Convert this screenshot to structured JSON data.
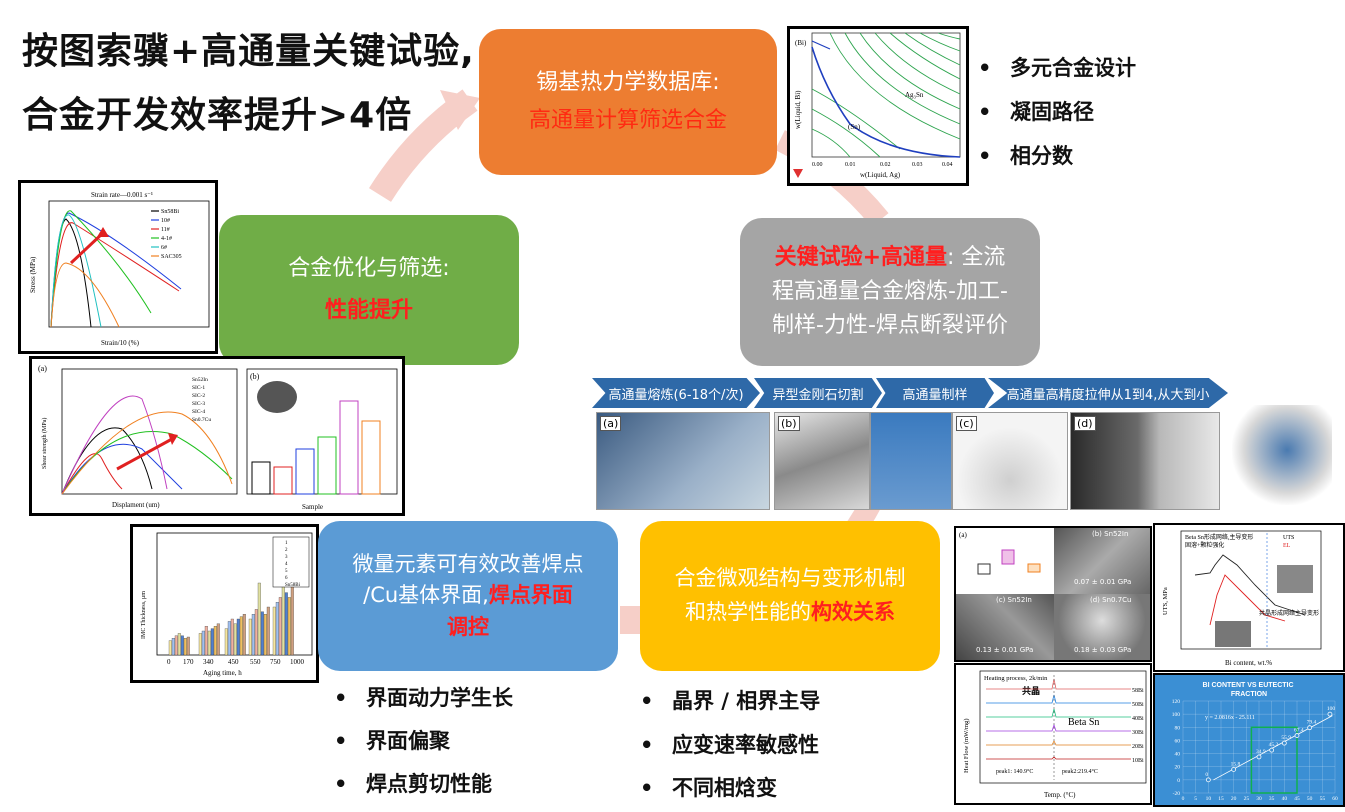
{
  "title": {
    "line1": "按图索骥+高通量关键试验,",
    "line2": "合金开发效率提升>4倍"
  },
  "boxes": {
    "orange": {
      "line1": "锡基热力学数据库:",
      "line2": "高通量计算筛选合金"
    },
    "green": {
      "line1": "合金优化与筛选:",
      "line2": "性能提升"
    },
    "gray": {
      "red": "关键试验+高通量",
      "line1": ": 全流",
      "line2": "程高通量合金熔炼-加工-",
      "line3": "制样-力性-焊点断裂评价"
    },
    "blue": {
      "line1": "微量元素可有效改善焊点",
      "line2a": "/Cu基体界面,",
      "line2b": "焊点界面",
      "line3": "调控"
    },
    "yellow": {
      "line1": "合金微观结构与变形机制",
      "line2a": "和热学性能的",
      "line2b": "构效关系"
    }
  },
  "bullets": {
    "top_right": [
      "多元合金设计",
      "凝固路径",
      "相分数"
    ],
    "bottom_left": [
      "界面动力学生长",
      "界面偏聚",
      "焊点剪切性能"
    ],
    "bottom_mid": [
      "晶界 / 相界主导",
      "应变速率敏感性",
      "不同相焓变"
    ]
  },
  "process_steps": [
    "高通量熔炼(6-18个/次)",
    "异型金刚石切割",
    "高通量制样",
    "高通量高精度拉伸从1到4,从大到小"
  ],
  "photo_labels": [
    "(a)",
    "(b)",
    "(c)",
    "(d)"
  ],
  "phase_diagram": {
    "ylabel": "w(Liquid, Bi)",
    "xlabel": "w(Liquid, Ag)",
    "xticks": [
      "0.00",
      "0.01",
      "0.02",
      "0.03",
      "0.04"
    ],
    "regions": [
      "(Bi)",
      "Ag₃Sn",
      "(Sn)"
    ]
  },
  "stress_strain": {
    "title": "Strain rate—0.001 s⁻¹",
    "xlabel": "Strain/10 (%)",
    "ylabel": "Stress (MPa)",
    "legend": [
      "Sn58Bi",
      "10#",
      "11#",
      "4-1#",
      "6#",
      "SAC305"
    ]
  },
  "shear": {
    "xlabel_a": "Displament (um)",
    "ylabel_a": "Shear strength (MPa)",
    "xlabel_b": "Sample",
    "legend": [
      "Sn52In",
      "SIC-1",
      "SIC-2",
      "SIC-3",
      "SIC-4",
      "Sn0.7Cu"
    ]
  },
  "imc": {
    "xlabel": "Aging time, h",
    "ylabel": "IMC Thickness, μm",
    "xticks": [
      "0",
      "170",
      "340",
      "450",
      "550",
      "750",
      "1000"
    ],
    "legend": [
      "1",
      "2",
      "3",
      "4",
      "5",
      "6",
      "Sn58Bi"
    ]
  },
  "hardness": {
    "labels": [
      "(a)",
      "(b) Sn52In",
      "(c) Sn52In",
      "(d) Sn0.7Cu"
    ],
    "values": [
      "0.07 ± 0.01 GPa",
      "0.13 ± 0.01 GPa",
      "0.18 ± 0.03 GPa"
    ]
  },
  "dsc": {
    "title": "Heating process, 2k/min",
    "eutectic": "共晶",
    "beta": "Beta Sn",
    "peak1": "peak1: 140.9°C",
    "peak2": "peak2:219.4°C",
    "ylabel": "Heat Flow (mW/mg)",
    "xlabel": "Temp. (°C)",
    "series": [
      "58Bi",
      "50Bi",
      "40Bi",
      "30Bi",
      "20Bi",
      "10Bi"
    ]
  },
  "uts": {
    "note1": "Beta Sn形成网络,主导变形",
    "note2": "固溶+颗粒强化",
    "note3": "共晶形成网络主导变形",
    "legend": [
      "UTS",
      "EL"
    ],
    "xlabel": "Bi content, wt.%",
    "ylabel": "UTS, MPa"
  },
  "eutectic_chart": {
    "title": "BI CONTENT VS EUTECTIC FRACTION",
    "equation": "y = 2.0816x - 25.111"
  },
  "chart_data": {
    "type": "scatter",
    "title": "BI CONTENT VS EUTECTIC FRACTION",
    "x": [
      10,
      20,
      30,
      35,
      40,
      45,
      58
    ],
    "values": [
      0,
      15.8,
      34.9,
      45.2,
      55.9,
      67.4,
      100
    ],
    "extra_point": {
      "x": 50,
      "y": 79.4
    },
    "xticks": [
      0,
      5,
      10,
      15,
      20,
      25,
      30,
      35,
      40,
      45,
      50,
      55,
      60
    ],
    "yticks": [
      -20,
      0,
      20,
      40,
      60,
      80,
      100,
      120
    ],
    "xlim": [
      0,
      60
    ],
    "ylim": [
      -20,
      120
    ]
  }
}
